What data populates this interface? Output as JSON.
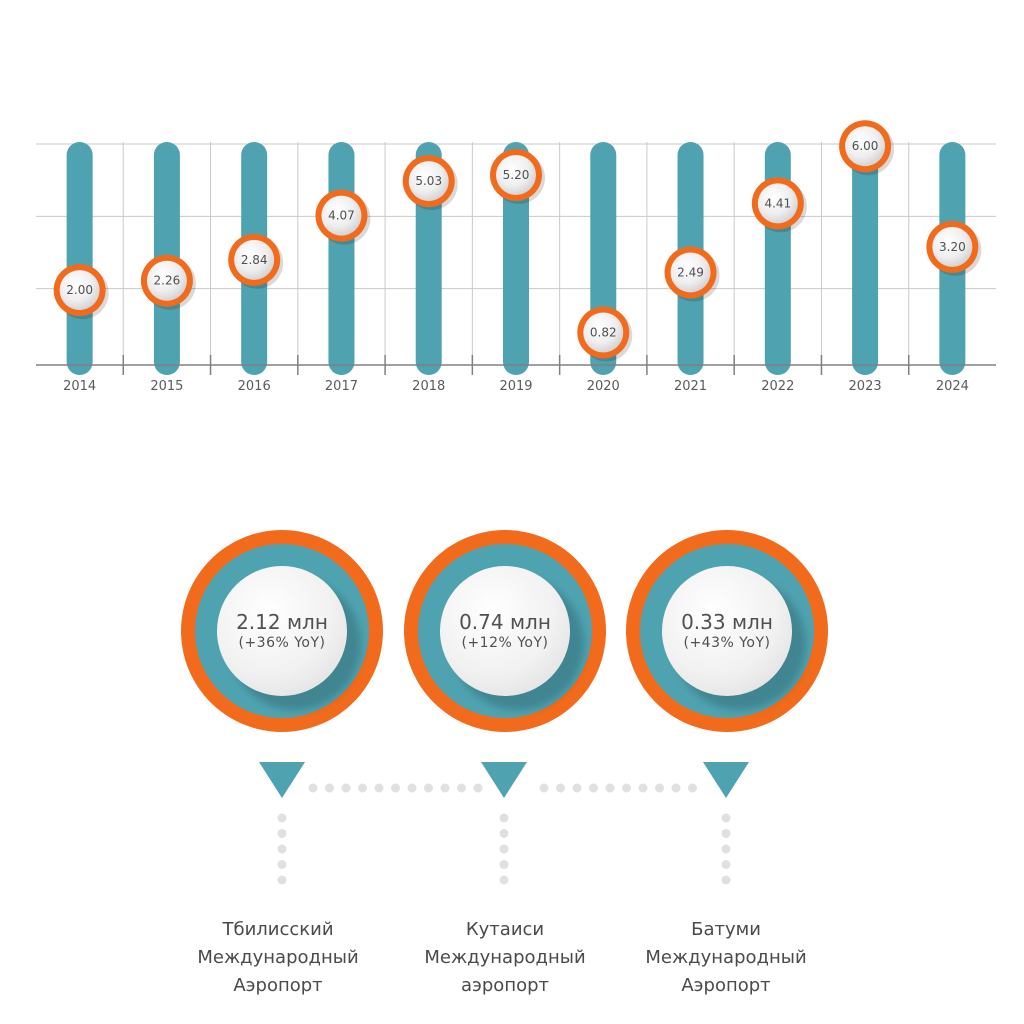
{
  "chart_data": {
    "type": "bar",
    "categories": [
      "2014",
      "2015",
      "2016",
      "2017",
      "2018",
      "2019",
      "2020",
      "2021",
      "2022",
      "2023",
      "2024"
    ],
    "values": [
      2.0,
      2.26,
      2.84,
      4.07,
      5.03,
      5.2,
      0.82,
      2.49,
      4.41,
      6.0,
      3.2
    ],
    "value_labels": [
      "2.00",
      "2.26",
      "2.84",
      "4.07",
      "5.03",
      "5.20",
      "0.82",
      "2.49",
      "4.41",
      "6.00",
      "3.20"
    ],
    "ylim": [
      0,
      6.2
    ],
    "grid": true,
    "colors": {
      "bar": "#4fa3b1",
      "marker_ring": "#f26a1b",
      "grid": "#c9c9c9",
      "axis": "#808080"
    }
  },
  "airports": [
    {
      "value": "2.12 млн",
      "yoy": "(+36% YoY)",
      "name_lines": [
        "Тбилисский",
        "Международный",
        "Аэропорт"
      ]
    },
    {
      "value": "0.74 млн",
      "yoy": "(+12% YoY)",
      "name_lines": [
        "Кутаиси",
        "Международный",
        "аэропорт"
      ]
    },
    {
      "value": "0.33 млн",
      "yoy": "(+43% YoY)",
      "name_lines": [
        "Батуми",
        "Международный",
        "Аэропорт"
      ]
    }
  ],
  "colors": {
    "orange": "#f26a1b",
    "teal": "#4fa3b1",
    "dots": "#e0e0de"
  }
}
